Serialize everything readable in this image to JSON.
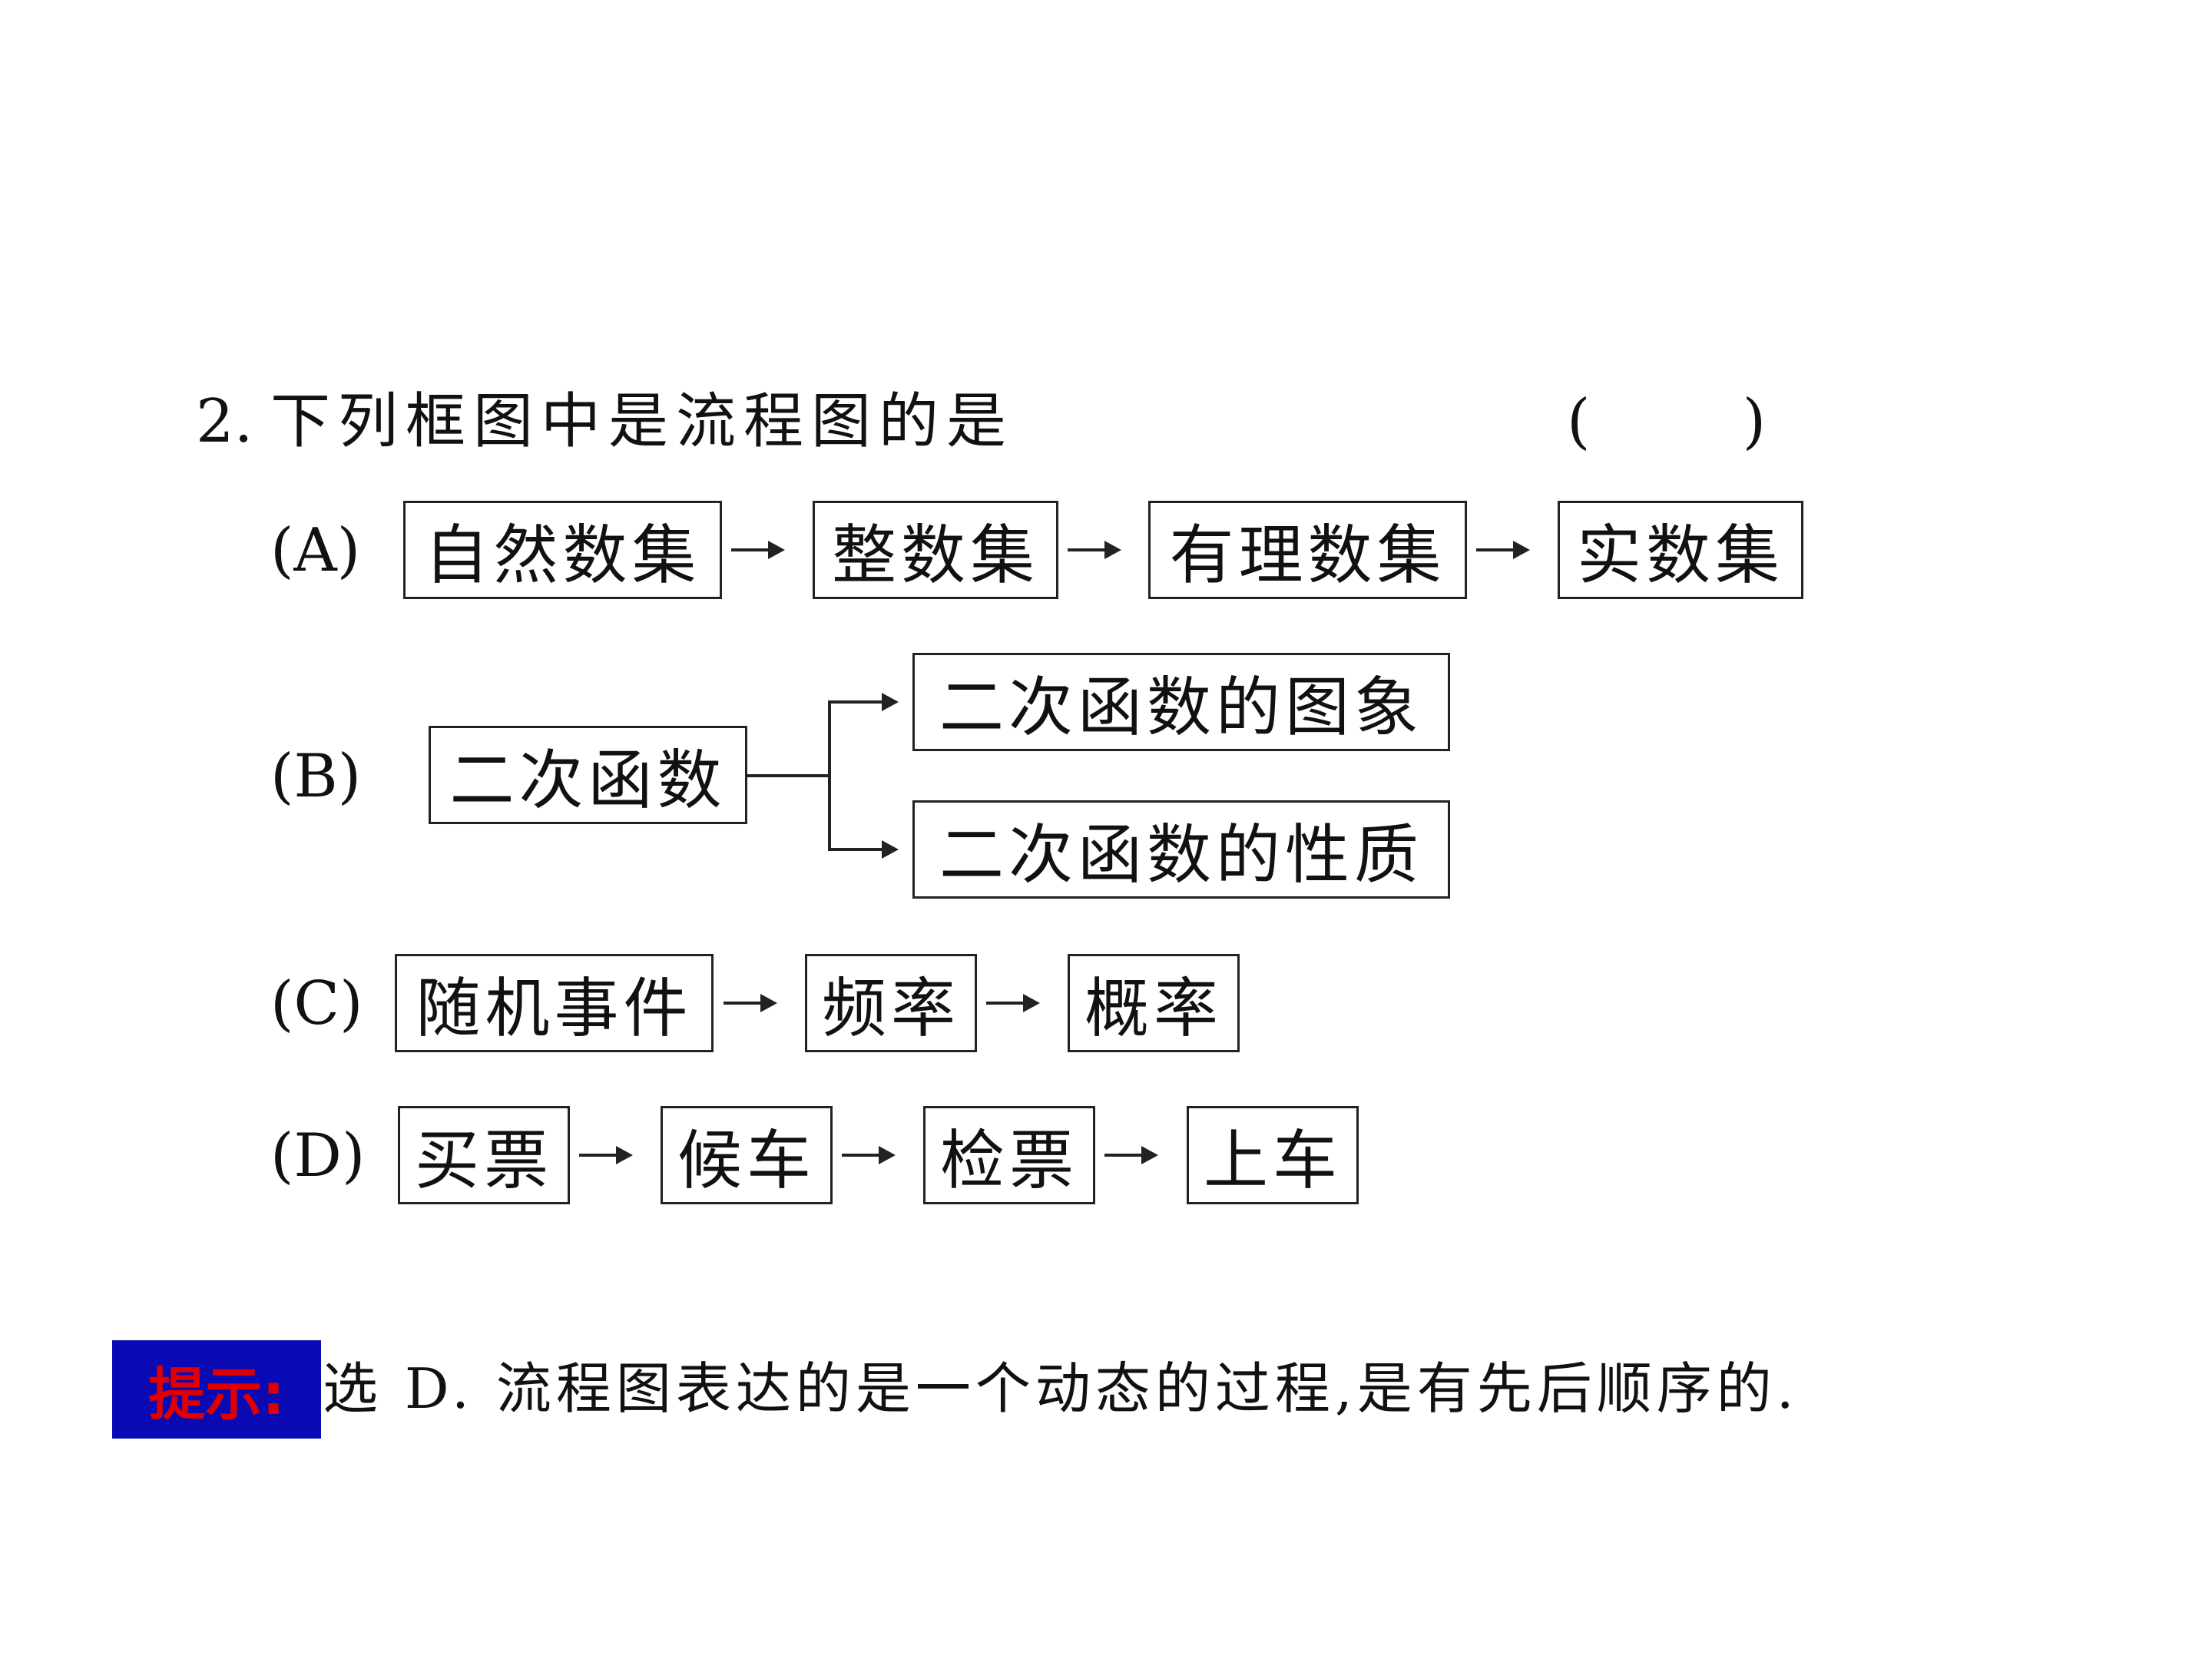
{
  "question": {
    "number": "2.",
    "text": "下列框图中是流程图的是",
    "answer_paren": "(        )"
  },
  "options": {
    "a": {
      "label": "(A)",
      "boxes": [
        "自然数集",
        "整数集",
        "有理数集",
        "实数集"
      ]
    },
    "b": {
      "label": "(B)",
      "root": "二次函数",
      "branches": [
        "二次函数的图象",
        "二次函数的性质"
      ]
    },
    "c": {
      "label": "(C)",
      "boxes": [
        "随机事件",
        "频率",
        "概率"
      ]
    },
    "d": {
      "label": "(D)",
      "boxes": [
        "买票",
        "候车",
        "检票",
        "上车"
      ]
    }
  },
  "hint": {
    "label": "提示:",
    "text": "选 D. 流程图表达的是一个动态的过程,是有先后顺序的."
  }
}
